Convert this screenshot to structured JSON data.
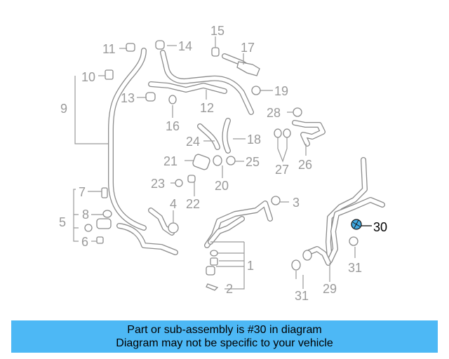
{
  "diagram": {
    "callouts": {
      "c1": "1",
      "c2": "2",
      "c3": "3",
      "c4": "4",
      "c5": "5",
      "c6": "6",
      "c7": "7",
      "c8": "8",
      "c9": "9",
      "c10": "10",
      "c11": "11",
      "c12": "12",
      "c13": "13",
      "c14": "14",
      "c15": "15",
      "c16": "16",
      "c17": "17",
      "c18": "18",
      "c19": "19",
      "c20": "20",
      "c21": "21",
      "c22": "22",
      "c23": "23",
      "c24": "24",
      "c25": "25",
      "c26": "26",
      "c27": "27",
      "c28": "28",
      "c29": "29",
      "c30": "30",
      "c31a": "31",
      "c31b": "31"
    },
    "highlight_color": "#3fa7e0"
  },
  "banner": {
    "line1": "Part or sub-assembly is #30 in diagram",
    "line2": "Diagram may not be specific to your vehicle",
    "background": "#4db8f5"
  }
}
